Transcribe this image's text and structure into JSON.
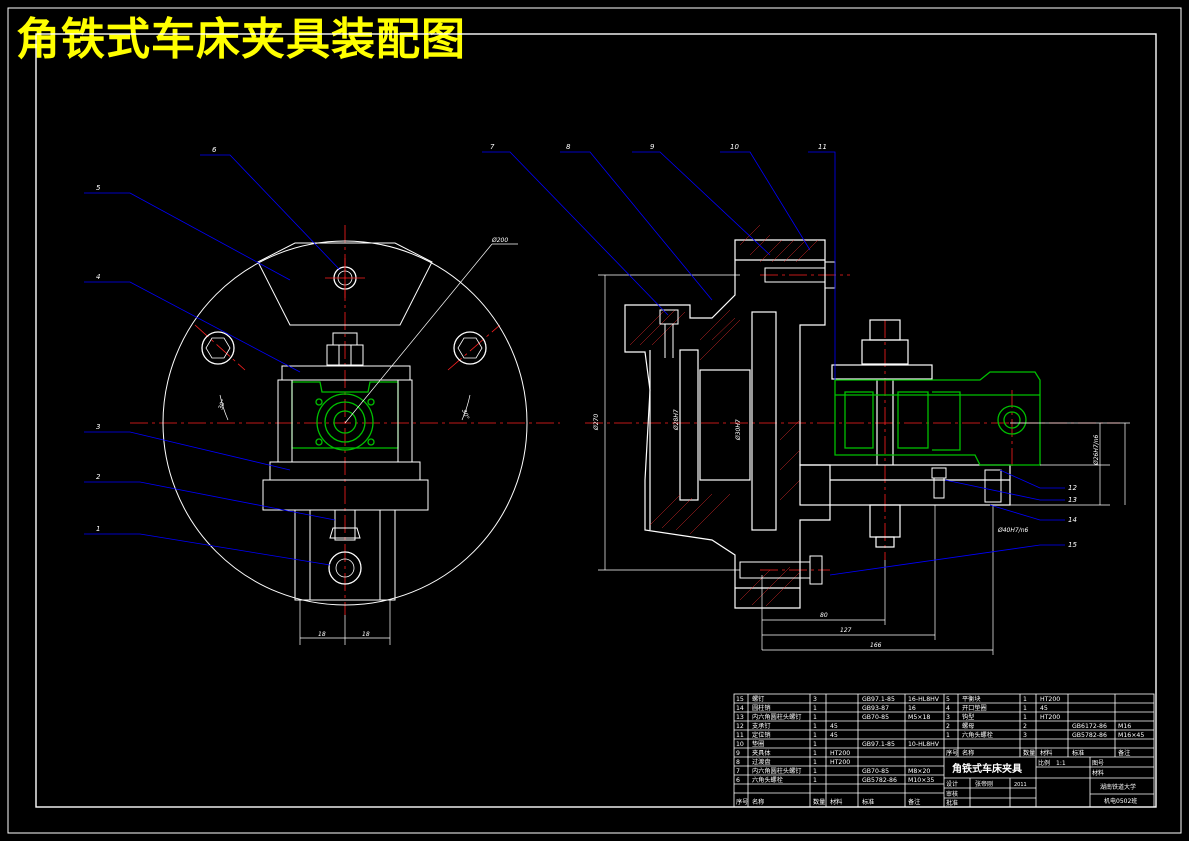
{
  "title": "角铁式车床夹具装配图",
  "colors": {
    "background": "#000000",
    "outline": "#ffffff",
    "leader": "#0000ff",
    "centerline": "#ff2020",
    "part_green": "#00c000",
    "title_yellow": "#ffff00"
  },
  "part_callouts": [
    "1",
    "2",
    "3",
    "4",
    "5",
    "6",
    "7",
    "8",
    "9",
    "10",
    "11",
    "12",
    "13",
    "14",
    "15"
  ],
  "dimensions": {
    "left_view": [
      "Ø200",
      "30°",
      "30°",
      "18",
      "18"
    ],
    "right_view": [
      "Ø270",
      "80",
      "127",
      "166",
      "Ø40H7/n6",
      "Ø26H7/n6",
      "Ø28H7",
      "Ø30H7"
    ]
  },
  "bom_left": [
    {
      "no": "15",
      "name": "螺钉",
      "qty": "3",
      "material": "",
      "std": "GB97.1-85",
      "note": "16-HL8HV"
    },
    {
      "no": "14",
      "name": "圆柱销",
      "qty": "1",
      "material": "",
      "std": "GB93-87",
      "note": "16"
    },
    {
      "no": "13",
      "name": "内六角圆柱头螺钉",
      "qty": "1",
      "material": "",
      "std": "GB70-85",
      "note": "M5×18"
    },
    {
      "no": "12",
      "name": "支承钉",
      "qty": "1",
      "material": "45",
      "std": "",
      "note": ""
    },
    {
      "no": "11",
      "name": "定位销",
      "qty": "1",
      "material": "45",
      "std": "",
      "note": ""
    },
    {
      "no": "10",
      "name": "垫圈",
      "qty": "1",
      "material": "",
      "std": "GB97.1-85",
      "note": "10-HL8HV"
    },
    {
      "no": "9",
      "name": "夹具体",
      "qty": "1",
      "material": "HT200",
      "std": "",
      "note": ""
    },
    {
      "no": "8",
      "name": "过渡盘",
      "qty": "1",
      "material": "HT200",
      "std": "",
      "note": ""
    },
    {
      "no": "7",
      "name": "内六角圆柱头螺钉",
      "qty": "1",
      "material": "",
      "std": "GB70-85",
      "note": "M8×20"
    },
    {
      "no": "6",
      "name": "六角头螺栓",
      "qty": "1",
      "material": "",
      "std": "GB5782-86",
      "note": "M10×35"
    }
  ],
  "bom_left_header": [
    "序号",
    "名称",
    "数量",
    "材料",
    "标准",
    "备注"
  ],
  "bom_right": [
    {
      "no": "5",
      "name": "平衡块",
      "qty": "1",
      "material": "HT200",
      "std": "",
      "note": ""
    },
    {
      "no": "4",
      "name": "开口垫圈",
      "qty": "1",
      "material": "45",
      "std": "",
      "note": ""
    },
    {
      "no": "3",
      "name": "钩型",
      "qty": "1",
      "material": "HT200",
      "std": "",
      "note": ""
    },
    {
      "no": "2",
      "name": "螺母",
      "qty": "2",
      "material": "",
      "std": "GB6172-86",
      "note": "M16"
    },
    {
      "no": "1",
      "name": "六角头螺栓",
      "qty": "3",
      "material": "",
      "std": "GB5782-86",
      "note": "M16×45"
    }
  ],
  "bom_right_header": [
    "序号",
    "名称",
    "数量",
    "材料",
    "标准",
    "备注"
  ],
  "title_block": {
    "drawing_name": "角铁式车床夹具",
    "scale_label": "比例",
    "scale_value": "1:1",
    "sheet_label": "图号",
    "material_label": "材料",
    "designer_label": "设计",
    "designer_name": "张帝刚",
    "date": "2011",
    "check_label": "审核",
    "approve_label": "批准",
    "school": "湖南铁道大学",
    "class": "机电0502班"
  }
}
